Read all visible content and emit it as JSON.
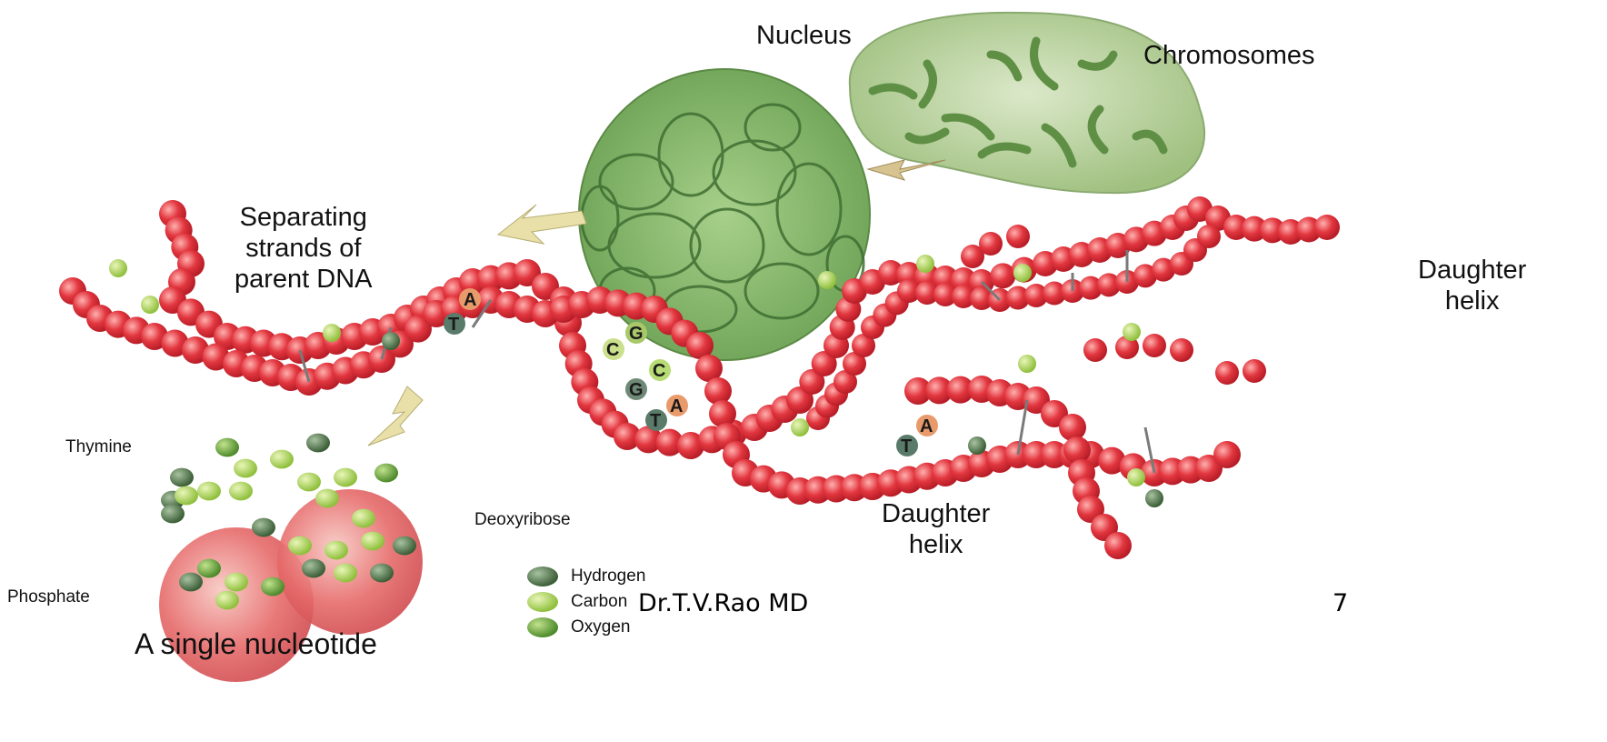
{
  "labels": {
    "nucleus": "Nucleus",
    "chromosomes": "Chromosomes",
    "separating_strands": [
      "Separating",
      "strands of",
      "parent DNA"
    ],
    "daughter_helix_top": [
      "Daughter",
      "helix"
    ],
    "daughter_helix_bottom": [
      "Daughter",
      "helix"
    ],
    "thymine": "Thymine",
    "deoxyribose": "Deoxyribose",
    "phosphate": "Phosphate",
    "single_nucleotide": "A single nucleotide"
  },
  "legend": {
    "items": [
      {
        "label": "Hydrogen",
        "color": "#4f7a45"
      },
      {
        "label": "Carbon",
        "color": "#b9d65c"
      },
      {
        "label": "Oxygen",
        "color": "#6fae3c"
      }
    ]
  },
  "bases": [
    "A",
    "T",
    "G",
    "C",
    "C",
    "G",
    "A",
    "T",
    "A",
    "T"
  ],
  "footer": {
    "author": "Dr.T.V.Rao MD",
    "page_number": "7"
  },
  "colors": {
    "backbone": "#e2363f",
    "backbone_light": "#f07a78",
    "nucleus_fill": "#c9dcb2",
    "chromatin": "#6fa152",
    "arrow": "#e8e0a8"
  }
}
